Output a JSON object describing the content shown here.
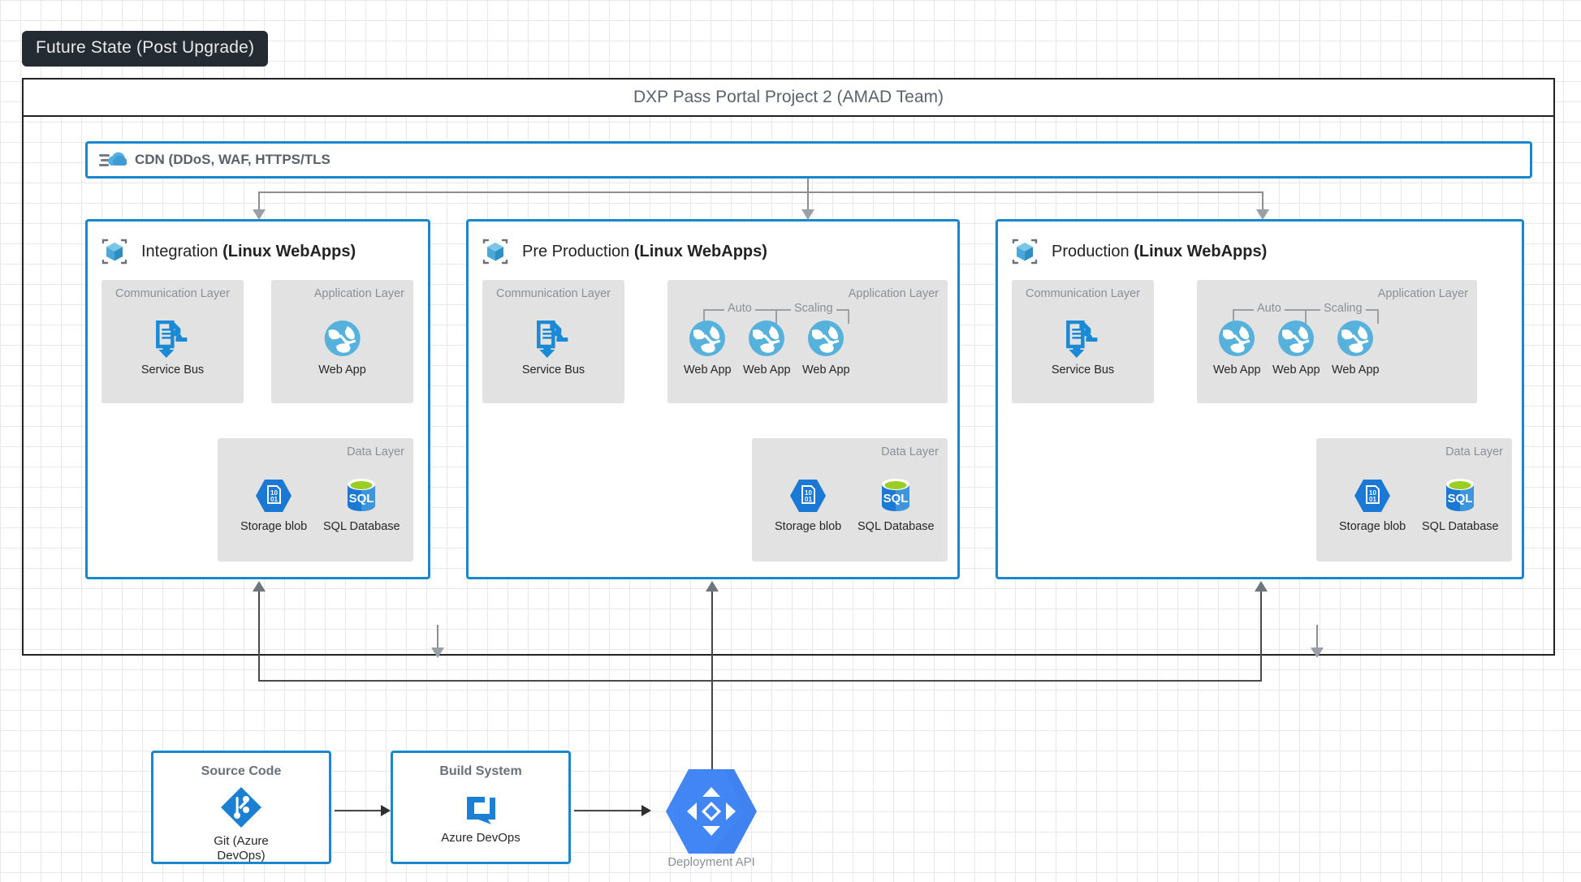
{
  "badge": {
    "label": "Future State (Post Upgrade)"
  },
  "project": {
    "title": "DXP Pass Portal Project 2 (AMAD Team)"
  },
  "cdn": {
    "label": "CDN (DDoS, WAF, HTTPS/TLS",
    "icon": "cdn-cloud-icon"
  },
  "layer_names": {
    "communication": "Communication Layer",
    "application": "Application Layer",
    "data": "Data Layer"
  },
  "scaling": {
    "left_label": "Auto",
    "right_label": "Scaling"
  },
  "nodes": {
    "service_bus": "Service Bus",
    "web_app": "Web App",
    "storage_blob": "Storage blob",
    "sql_database": "SQL Database"
  },
  "environments": [
    {
      "name": "Integration",
      "suffix": "(Linux WebApps)",
      "icon": "resource-group-icon",
      "web_apps": [
        "Web App"
      ],
      "autoscaling": false,
      "communication": [
        "Service Bus"
      ],
      "data": [
        "Storage blob",
        "SQL Database"
      ]
    },
    {
      "name": "Pre Production",
      "suffix": "(Linux WebApps)",
      "icon": "resource-group-icon",
      "web_apps": [
        "Web App",
        "Web App",
        "Web App"
      ],
      "autoscaling": true,
      "communication": [
        "Service Bus"
      ],
      "data": [
        "Storage blob",
        "SQL Database"
      ]
    },
    {
      "name": "Production",
      "suffix": "(Linux WebApps)",
      "icon": "resource-group-icon",
      "web_apps": [
        "Web App",
        "Web App",
        "Web App"
      ],
      "autoscaling": true,
      "communication": [
        "Service Bus"
      ],
      "data": [
        "Storage blob",
        "SQL Database"
      ]
    }
  ],
  "cicd": {
    "source": {
      "title": "Source Code",
      "caption": "Git (Azure\nDevOps)",
      "icon": "git-icon"
    },
    "build": {
      "title": "Build System",
      "caption": "Azure DevOps",
      "icon": "azure-devops-icon"
    },
    "deploy": {
      "caption": "Deployment API",
      "icon": "deployment-api-hexagon-icon"
    }
  },
  "colors": {
    "accent_blue": "#1a86d0",
    "panel_border": "#1a86d0",
    "layer_gray": "#e2e2e2",
    "badge_bg": "#252b33",
    "frame_border": "#222222",
    "connector_gray": "#8a8f96"
  }
}
